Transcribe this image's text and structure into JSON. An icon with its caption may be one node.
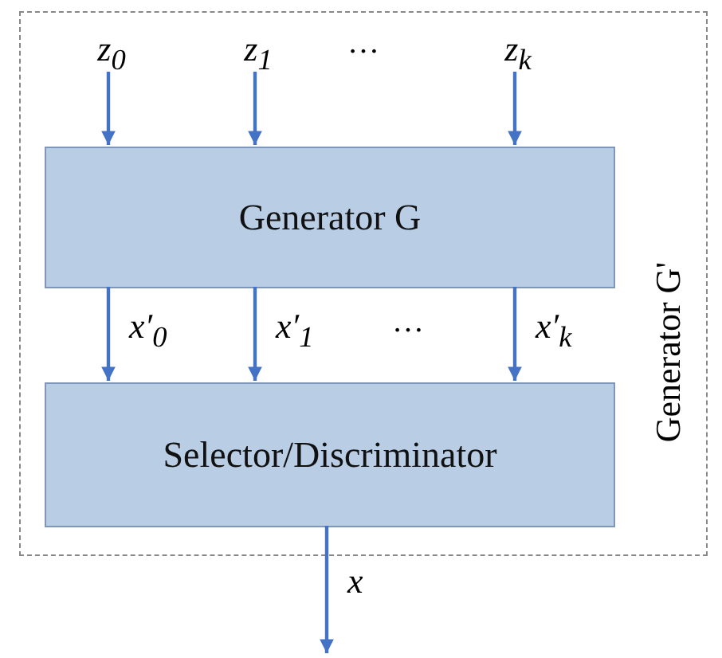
{
  "diagram": {
    "nodes": [
      {
        "text": [
          "Generator G'"
        ]
      },
      {
        "text": [
          "Generator G"
        ],
        "in": 0
      },
      {
        "text": [
          "Selector/Discriminator"
        ],
        "in": 0
      },
      {
        "text": [
          "z$_{0}$"
        ],
        "in": 0
      },
      {
        "text": [
          "z$_{1}$"
        ],
        "in": 0
      },
      {
        "text": [
          "z$_{k}$"
        ],
        "in": 0
      }
    ],
    "edges": [
      {
        "from": 3,
        "to": 1,
        "arrow": "to"
      },
      {
        "from": 4,
        "to": 1,
        "arrow": "to"
      },
      {
        "from": 5,
        "to": 1,
        "arrow": "to"
      },
      {
        "from": 1,
        "to": 2,
        "arrow": "to",
        "label": "x′$_{0}$"
      },
      {
        "from": 1,
        "to": 2,
        "arrow": "to",
        "label": "x′$_{1}$"
      },
      {
        "from": 1,
        "to": 2,
        "arrow": "to",
        "label": "x′$_{k}$"
      },
      {
        "from": 2,
        "to": null,
        "arrow": "to",
        "label": "x"
      }
    ],
    "labels": [
      "…",
      "…"
    ]
  }
}
